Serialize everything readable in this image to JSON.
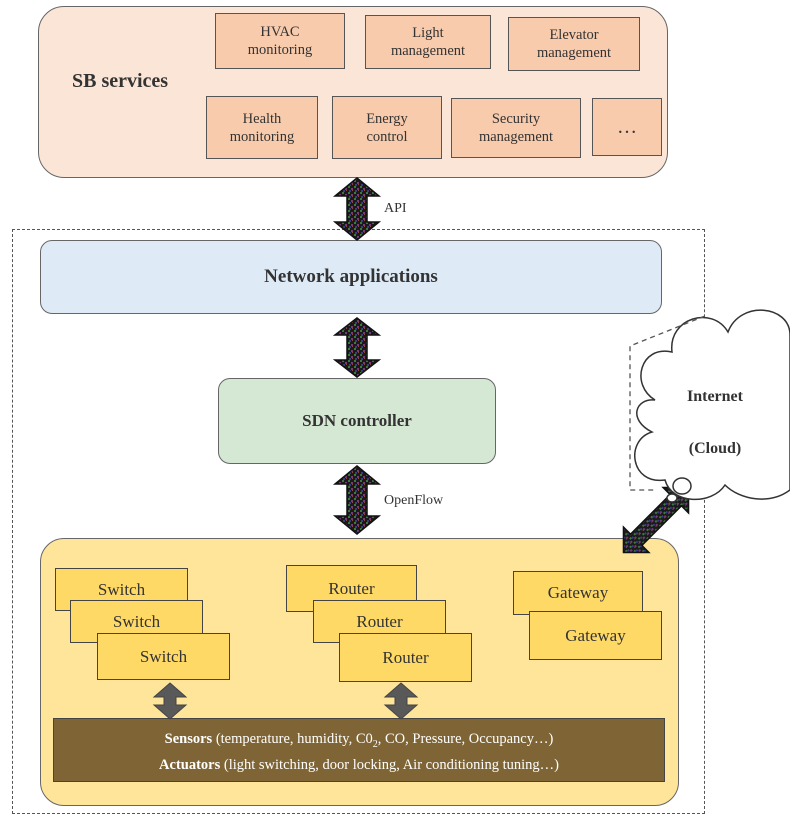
{
  "services": {
    "title": "SB services",
    "items": [
      {
        "label": "HVAC\nmonitoring"
      },
      {
        "label": "Light\nmanagement"
      },
      {
        "label": "Elevator\nmanagement"
      },
      {
        "label": "Health\nmonitoring"
      },
      {
        "label": "Energy\ncontrol"
      },
      {
        "label": "Security\nmanagement"
      },
      {
        "label": "…"
      }
    ]
  },
  "links": {
    "api": "API",
    "openflow": "OpenFlow"
  },
  "network_applications": "Network applications",
  "sdn_controller": "SDN controller",
  "cloud": {
    "line1": "Internet",
    "line2": "(Cloud)"
  },
  "devices": {
    "switches": [
      "Switch",
      "Switch",
      "Switch"
    ],
    "routers": [
      "Router",
      "Router",
      "Router"
    ],
    "gateways": [
      "Gateway",
      "Gateway"
    ]
  },
  "sensors": {
    "sensors_label": "Sensors",
    "sensors_text_pre": " (temperature, humidity, C0",
    "sensors_sub": "2",
    "sensors_text_post": ", CO, Pressure, Occupancy…)",
    "actuators_label": "Actuators",
    "actuators_text": " (light switching, door locking, Air conditioning tuning…)"
  },
  "colors": {
    "services_panel": "#fbe5d6",
    "service_box": "#f8cbad",
    "network_apps": "#deebf7",
    "sdn_controller": "#d5e8d4",
    "devices_panel": "#ffe59a",
    "device_box": "#ffd966",
    "sensor_bar": "#7f6535"
  }
}
